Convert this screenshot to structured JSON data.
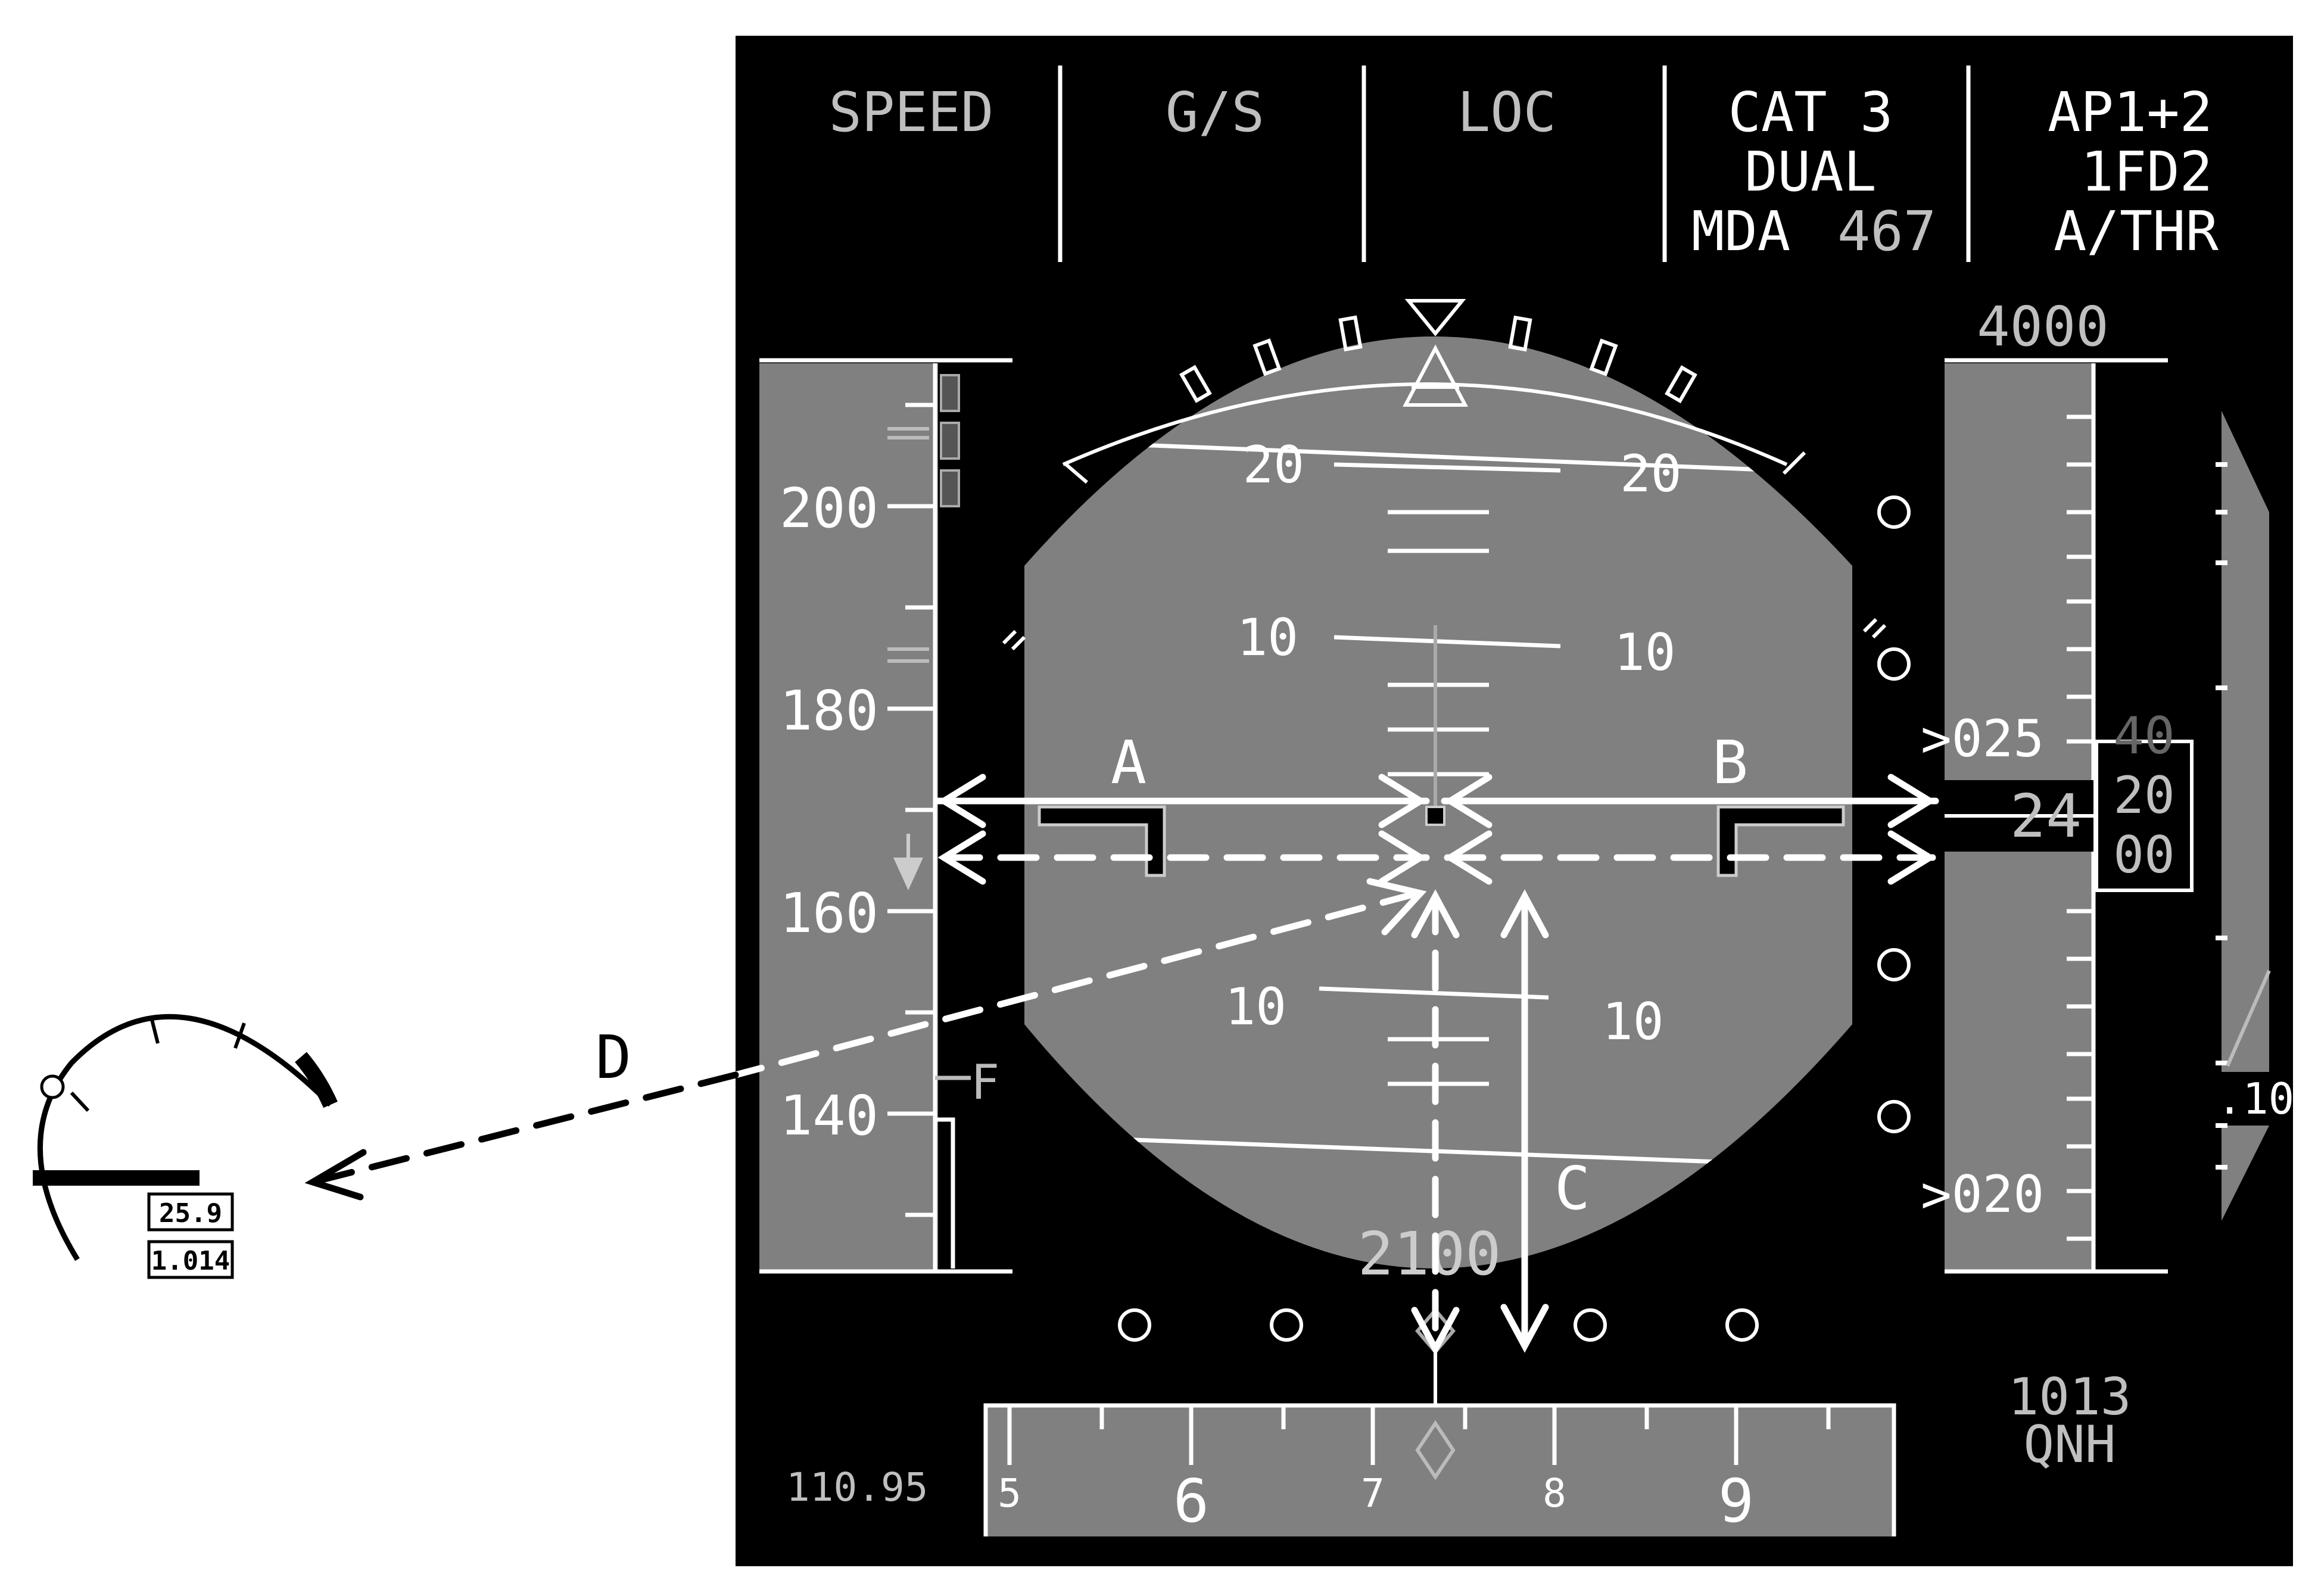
{
  "fma": {
    "speed": "SPEED",
    "gs": "G/S",
    "loc": "LOC",
    "cat": "CAT 3",
    "dual": "DUAL",
    "mda_label": "MDA",
    "mda_value": "467",
    "ap": "AP1+2",
    "fd": "1FD2",
    "athr": "A/THR"
  },
  "speed_tape": {
    "labels": [
      "200",
      "180",
      "160",
      "140"
    ],
    "f_marker": "F"
  },
  "attitude": {
    "pitch_labels_left": [
      "20",
      "10",
      "10"
    ],
    "pitch_labels_right": [
      "20",
      "10",
      "10"
    ],
    "radio_altitude": "2100"
  },
  "altitude_tape": {
    "target": "4000",
    "upper_label": ">025",
    "lower_label": ">020",
    "current_hundreds": "24",
    "drum_top": "40",
    "drum_mid": "20",
    "drum_bottom": "00"
  },
  "vsi": {
    "scale_label": ".10"
  },
  "heading": {
    "labels": [
      "5",
      "6",
      "7",
      "8",
      "9"
    ],
    "frequency": "110.95"
  },
  "baro": {
    "value": "1013",
    "label": "QNH"
  },
  "annotations": {
    "a": "A",
    "b": "B",
    "c": "C",
    "d": "D"
  },
  "gauge": {
    "value_top": "25.9",
    "value_bottom": "1.014"
  },
  "colors": {
    "screen": "#000000",
    "tape": "#808080",
    "sphere": "#808080",
    "symbol": "#ffffff",
    "dim_text": "#bfbfbf",
    "background": "#ffffff"
  }
}
